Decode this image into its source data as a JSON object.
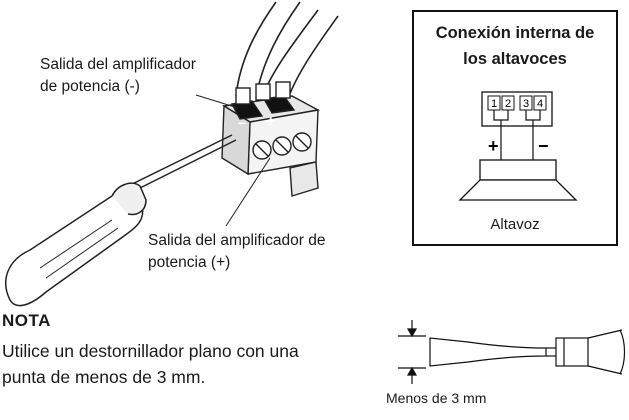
{
  "labels": {
    "amp_minus_line1": "Salida del amplificador",
    "amp_minus_line2": "de potencia (-)",
    "amp_plus_line1": "Salida del amplificador de",
    "amp_plus_line2": "potencia (+)"
  },
  "terminal_symbols": {
    "minus": "−",
    "plus": "+"
  },
  "internal_box": {
    "title_line1": "Conexión interna de",
    "title_line2": "los altavoces",
    "pins": [
      "1",
      "2",
      "3",
      "4"
    ],
    "plus_sign": "+",
    "minus_sign": "−",
    "speaker_label": "Altavoz"
  },
  "nota": {
    "heading": "NOTA",
    "line1": "Utilice un destornillador plano con una",
    "line2": "punta de menos de 3 mm."
  },
  "screwdriver_tip": {
    "dimension_label": "Menos de 3 mm"
  }
}
